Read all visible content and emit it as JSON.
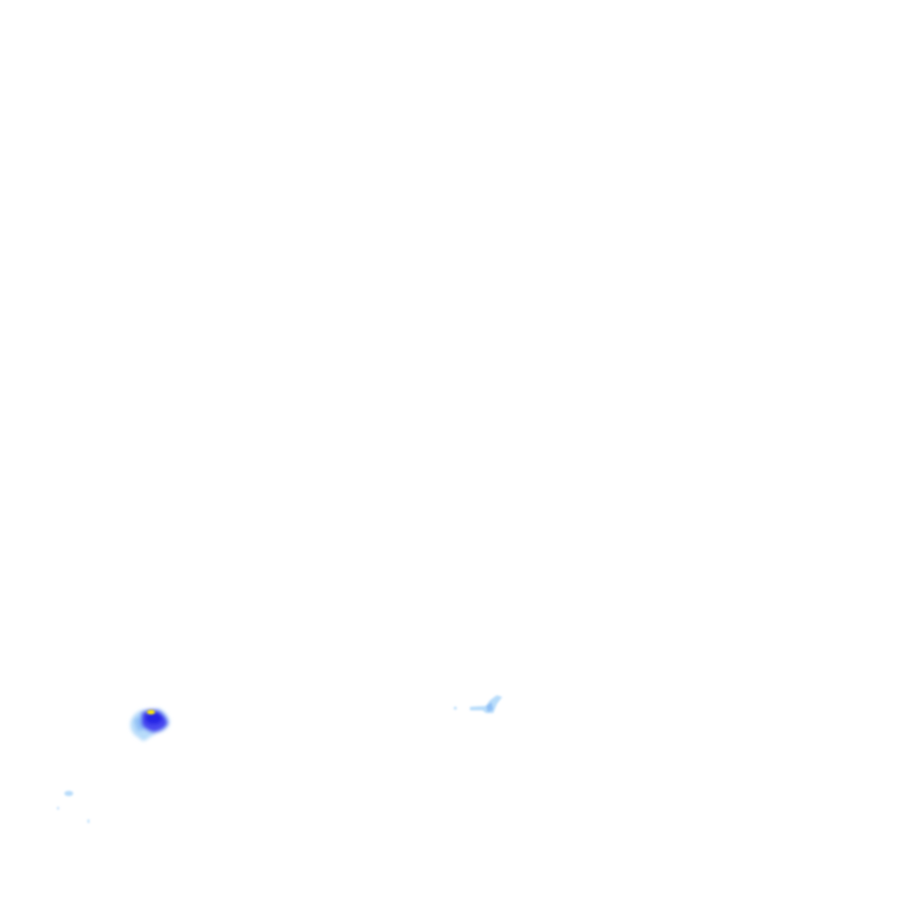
{
  "map": {
    "layer": "precipitation-radar",
    "background": "#ffffff",
    "intensity_colors": {
      "light": "#b7dcfa",
      "moderate": "#8fbff5",
      "heavy": "#4a4af0",
      "very_heavy": "#2626e6",
      "extreme": "#ffee00"
    },
    "echo_cells": [
      "main-cell",
      "east-cell",
      "southwest-fragments"
    ]
  }
}
